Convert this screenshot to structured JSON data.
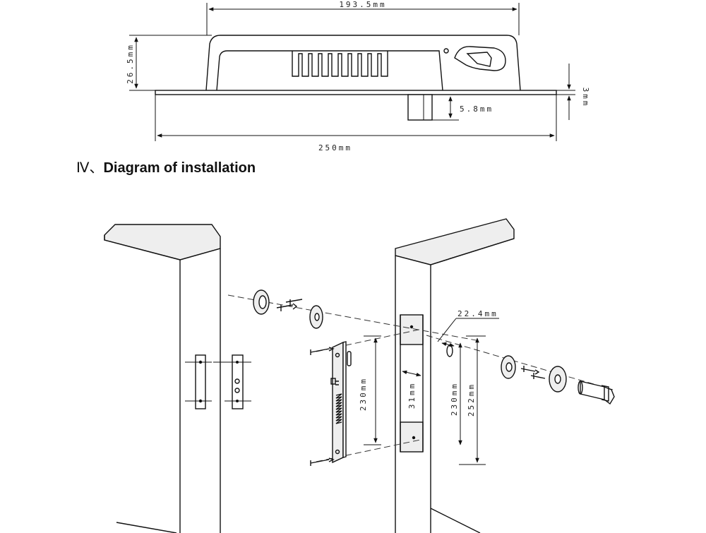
{
  "top_drawing": {
    "width_label": "193.5mm",
    "height_label": "26.5mm",
    "plate_thickness_label": "3mm",
    "bolt_label": "5.8mm",
    "total_length_label": "250mm"
  },
  "section_heading": {
    "number": "Ⅳ、",
    "title": "Diagram of installation"
  },
  "install_drawing": {
    "dim_22_4": "22.4mm",
    "dim_230_left": "230mm",
    "dim_31": "31mm",
    "dim_230_right": "230mm",
    "dim_252": "252mm"
  }
}
